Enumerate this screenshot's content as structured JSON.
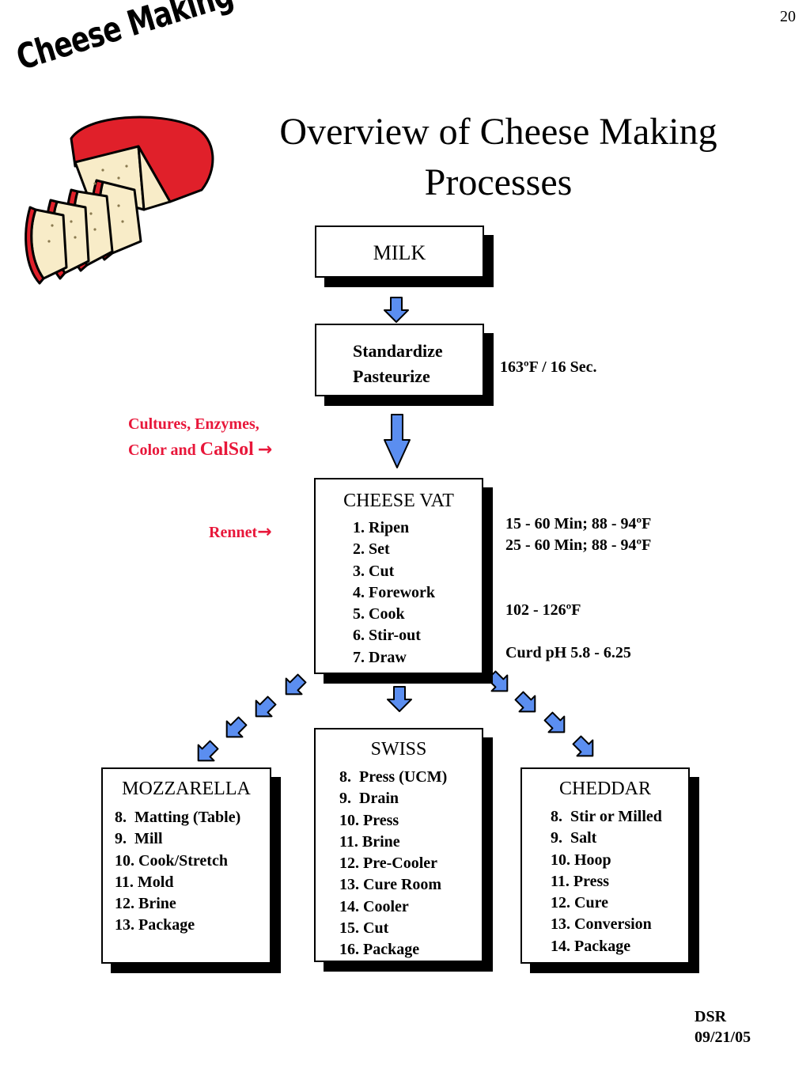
{
  "page_number": "20",
  "logo_text": "Cheese Making",
  "title_line1": "Overview of Cheese Making",
  "title_line2": "Processes",
  "milk_label": "MILK",
  "standardize": {
    "lines": [
      "Standardize",
      "Pasteurize"
    ],
    "note": "163ºF / 16 Sec."
  },
  "additives": {
    "line1": "Cultures, Enzymes,",
    "line2_prefix": "Color and ",
    "line2_emph": "CalSol",
    "arrow": "→"
  },
  "rennet": {
    "label": "Rennet",
    "arrow": "→"
  },
  "cheese_vat": {
    "title": "CHEESE VAT",
    "steps": [
      "1. Ripen",
      "2. Set",
      "3. Cut",
      "4. Forework",
      "5. Cook",
      "6. Stir-out",
      "7. Draw"
    ],
    "notes": [
      "15 - 60 Min; 88 - 94ºF",
      "25 - 60 Min; 88 - 94ºF",
      "102 - 126ºF",
      "Curd pH 5.8 - 6.25"
    ]
  },
  "mozzarella": {
    "title": "MOZZARELLA",
    "steps": [
      "8.  Matting (Table)",
      "9.  Mill",
      "10. Cook/Stretch",
      "11. Mold",
      "12. Brine",
      "13. Package"
    ]
  },
  "swiss": {
    "title": "SWISS",
    "steps": [
      "8.  Press (UCM)",
      "9.  Drain",
      "10. Press",
      "11. Brine",
      "12. Pre-Cooler",
      "13. Cure Room",
      "14. Cooler",
      "15. Cut",
      "16. Package"
    ]
  },
  "cheddar": {
    "title": "CHEDDAR",
    "steps": [
      "8.  Stir or Milled",
      "9.  Salt",
      "10. Hoop",
      "11. Press",
      "12. Cure",
      "13. Conversion",
      "14. Package"
    ]
  },
  "footer": {
    "author": "DSR",
    "date": "09/21/05"
  },
  "colors": {
    "arrow_fill": "#5b8ef0",
    "accent_red": "#e8173a",
    "cheese_rind": "#e0202a",
    "cheese_body": "#f8ecc8"
  }
}
